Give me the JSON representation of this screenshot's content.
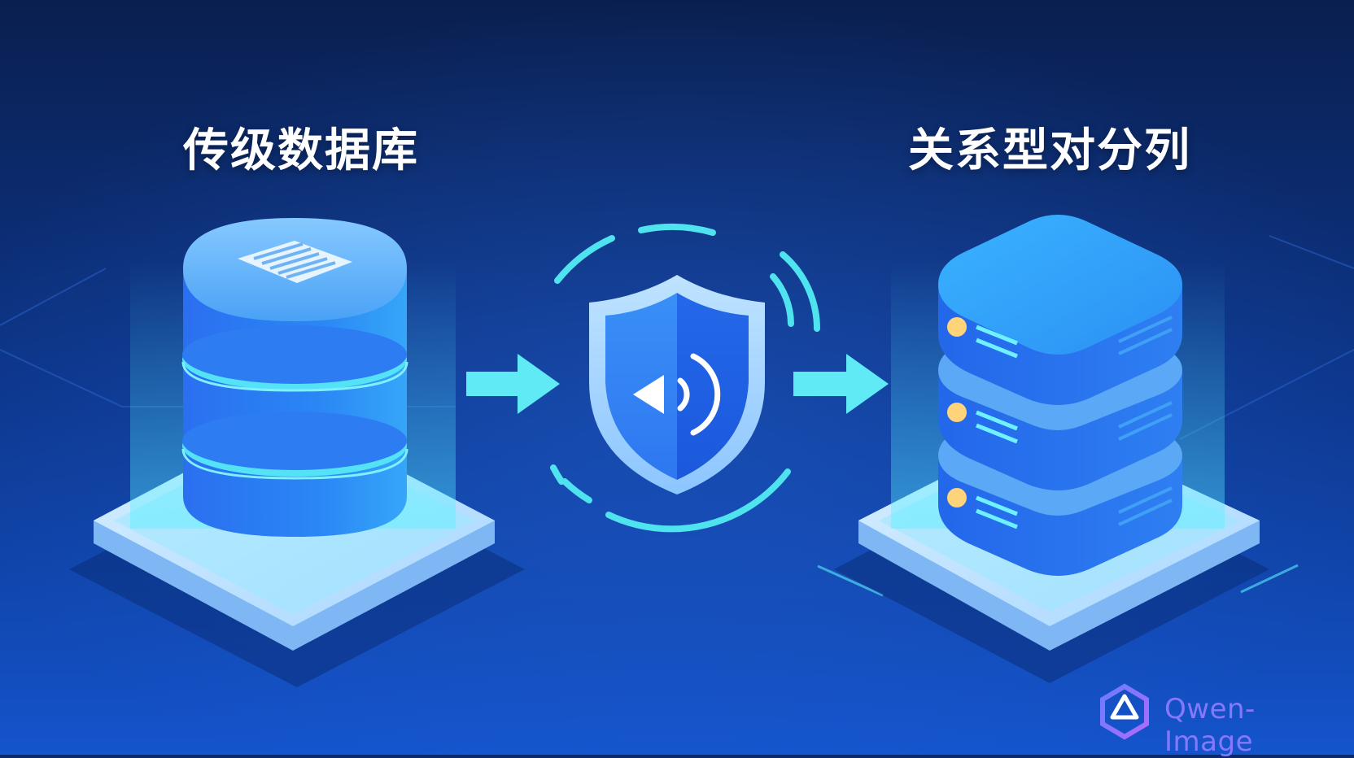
{
  "labels": {
    "left": "传级数据库",
    "right": "关系型对分列"
  },
  "icons": {
    "source": "document-database-icon",
    "middle": "shield-audio-icon",
    "target": "server-stack-icon",
    "arrow": "arrow-right-icon"
  },
  "watermark": {
    "text": "Qwen-Image"
  },
  "colors": {
    "background_top": "#0a1f4f",
    "background_bottom": "#1454cc",
    "primary_blue": "#2a7cf0",
    "cyan_accent": "#4fe3f0",
    "light_panel": "#b9e2ff",
    "watermark": "#8d7bff",
    "server_dot": "#ffd37a"
  }
}
